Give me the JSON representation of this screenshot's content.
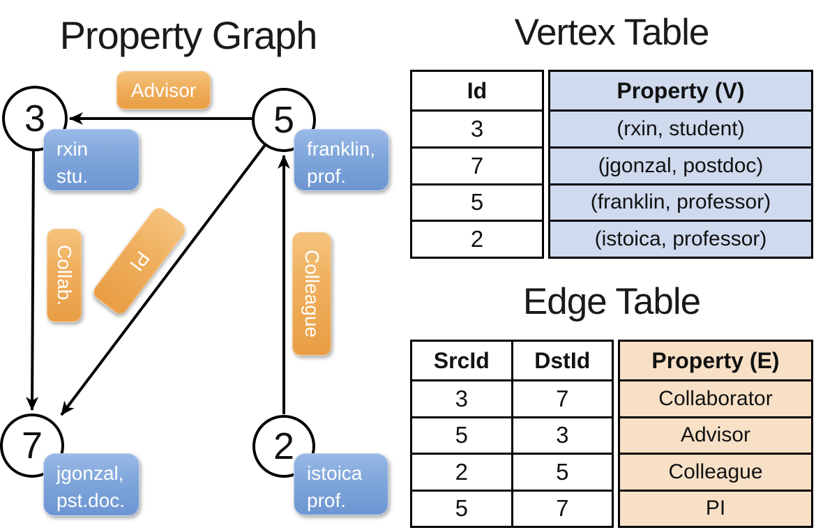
{
  "graph": {
    "title": "Property Graph",
    "nodes": {
      "n3": {
        "id": "3",
        "line1": "rxin",
        "line2": "stu."
      },
      "n5": {
        "id": "5",
        "line1": "franklin,",
        "line2": "prof."
      },
      "n7": {
        "id": "7",
        "line1": "jgonzal,",
        "line2": "pst.doc."
      },
      "n2": {
        "id": "2",
        "line1": "istoica",
        "line2": "prof."
      }
    },
    "edges": {
      "advisor": {
        "label": "Advisor",
        "from": "5",
        "to": "3"
      },
      "collab": {
        "label": "Collab.",
        "from": "3",
        "to": "7"
      },
      "pi": {
        "label": "PI",
        "from": "5",
        "to": "7"
      },
      "colleague": {
        "label": "Colleague",
        "from": "2",
        "to": "5"
      }
    }
  },
  "vertex_table": {
    "title": "Vertex Table",
    "col_id": "Id",
    "col_property": "Property (V)",
    "rows": [
      {
        "id": "3",
        "property": "(rxin, student)"
      },
      {
        "id": "7",
        "property": "(jgonzal, postdoc)"
      },
      {
        "id": "5",
        "property": "(franklin, professor)"
      },
      {
        "id": "2",
        "property": "(istoica, professor)"
      }
    ]
  },
  "edge_table": {
    "title": "Edge Table",
    "col_src": "SrcId",
    "col_dst": "DstId",
    "col_property": "Property (E)",
    "rows": [
      {
        "src": "3",
        "dst": "7",
        "property": "Collaborator"
      },
      {
        "src": "5",
        "dst": "3",
        "property": "Advisor"
      },
      {
        "src": "2",
        "dst": "5",
        "property": "Colleague"
      },
      {
        "src": "5",
        "dst": "7",
        "property": "PI"
      }
    ]
  },
  "colors": {
    "vertex_property_bg": "#cfdaee",
    "edge_property_bg": "#f7e0c6",
    "vertex_box": "#7fa6da",
    "edge_label_box": "#efae5c",
    "line": "#000000"
  }
}
